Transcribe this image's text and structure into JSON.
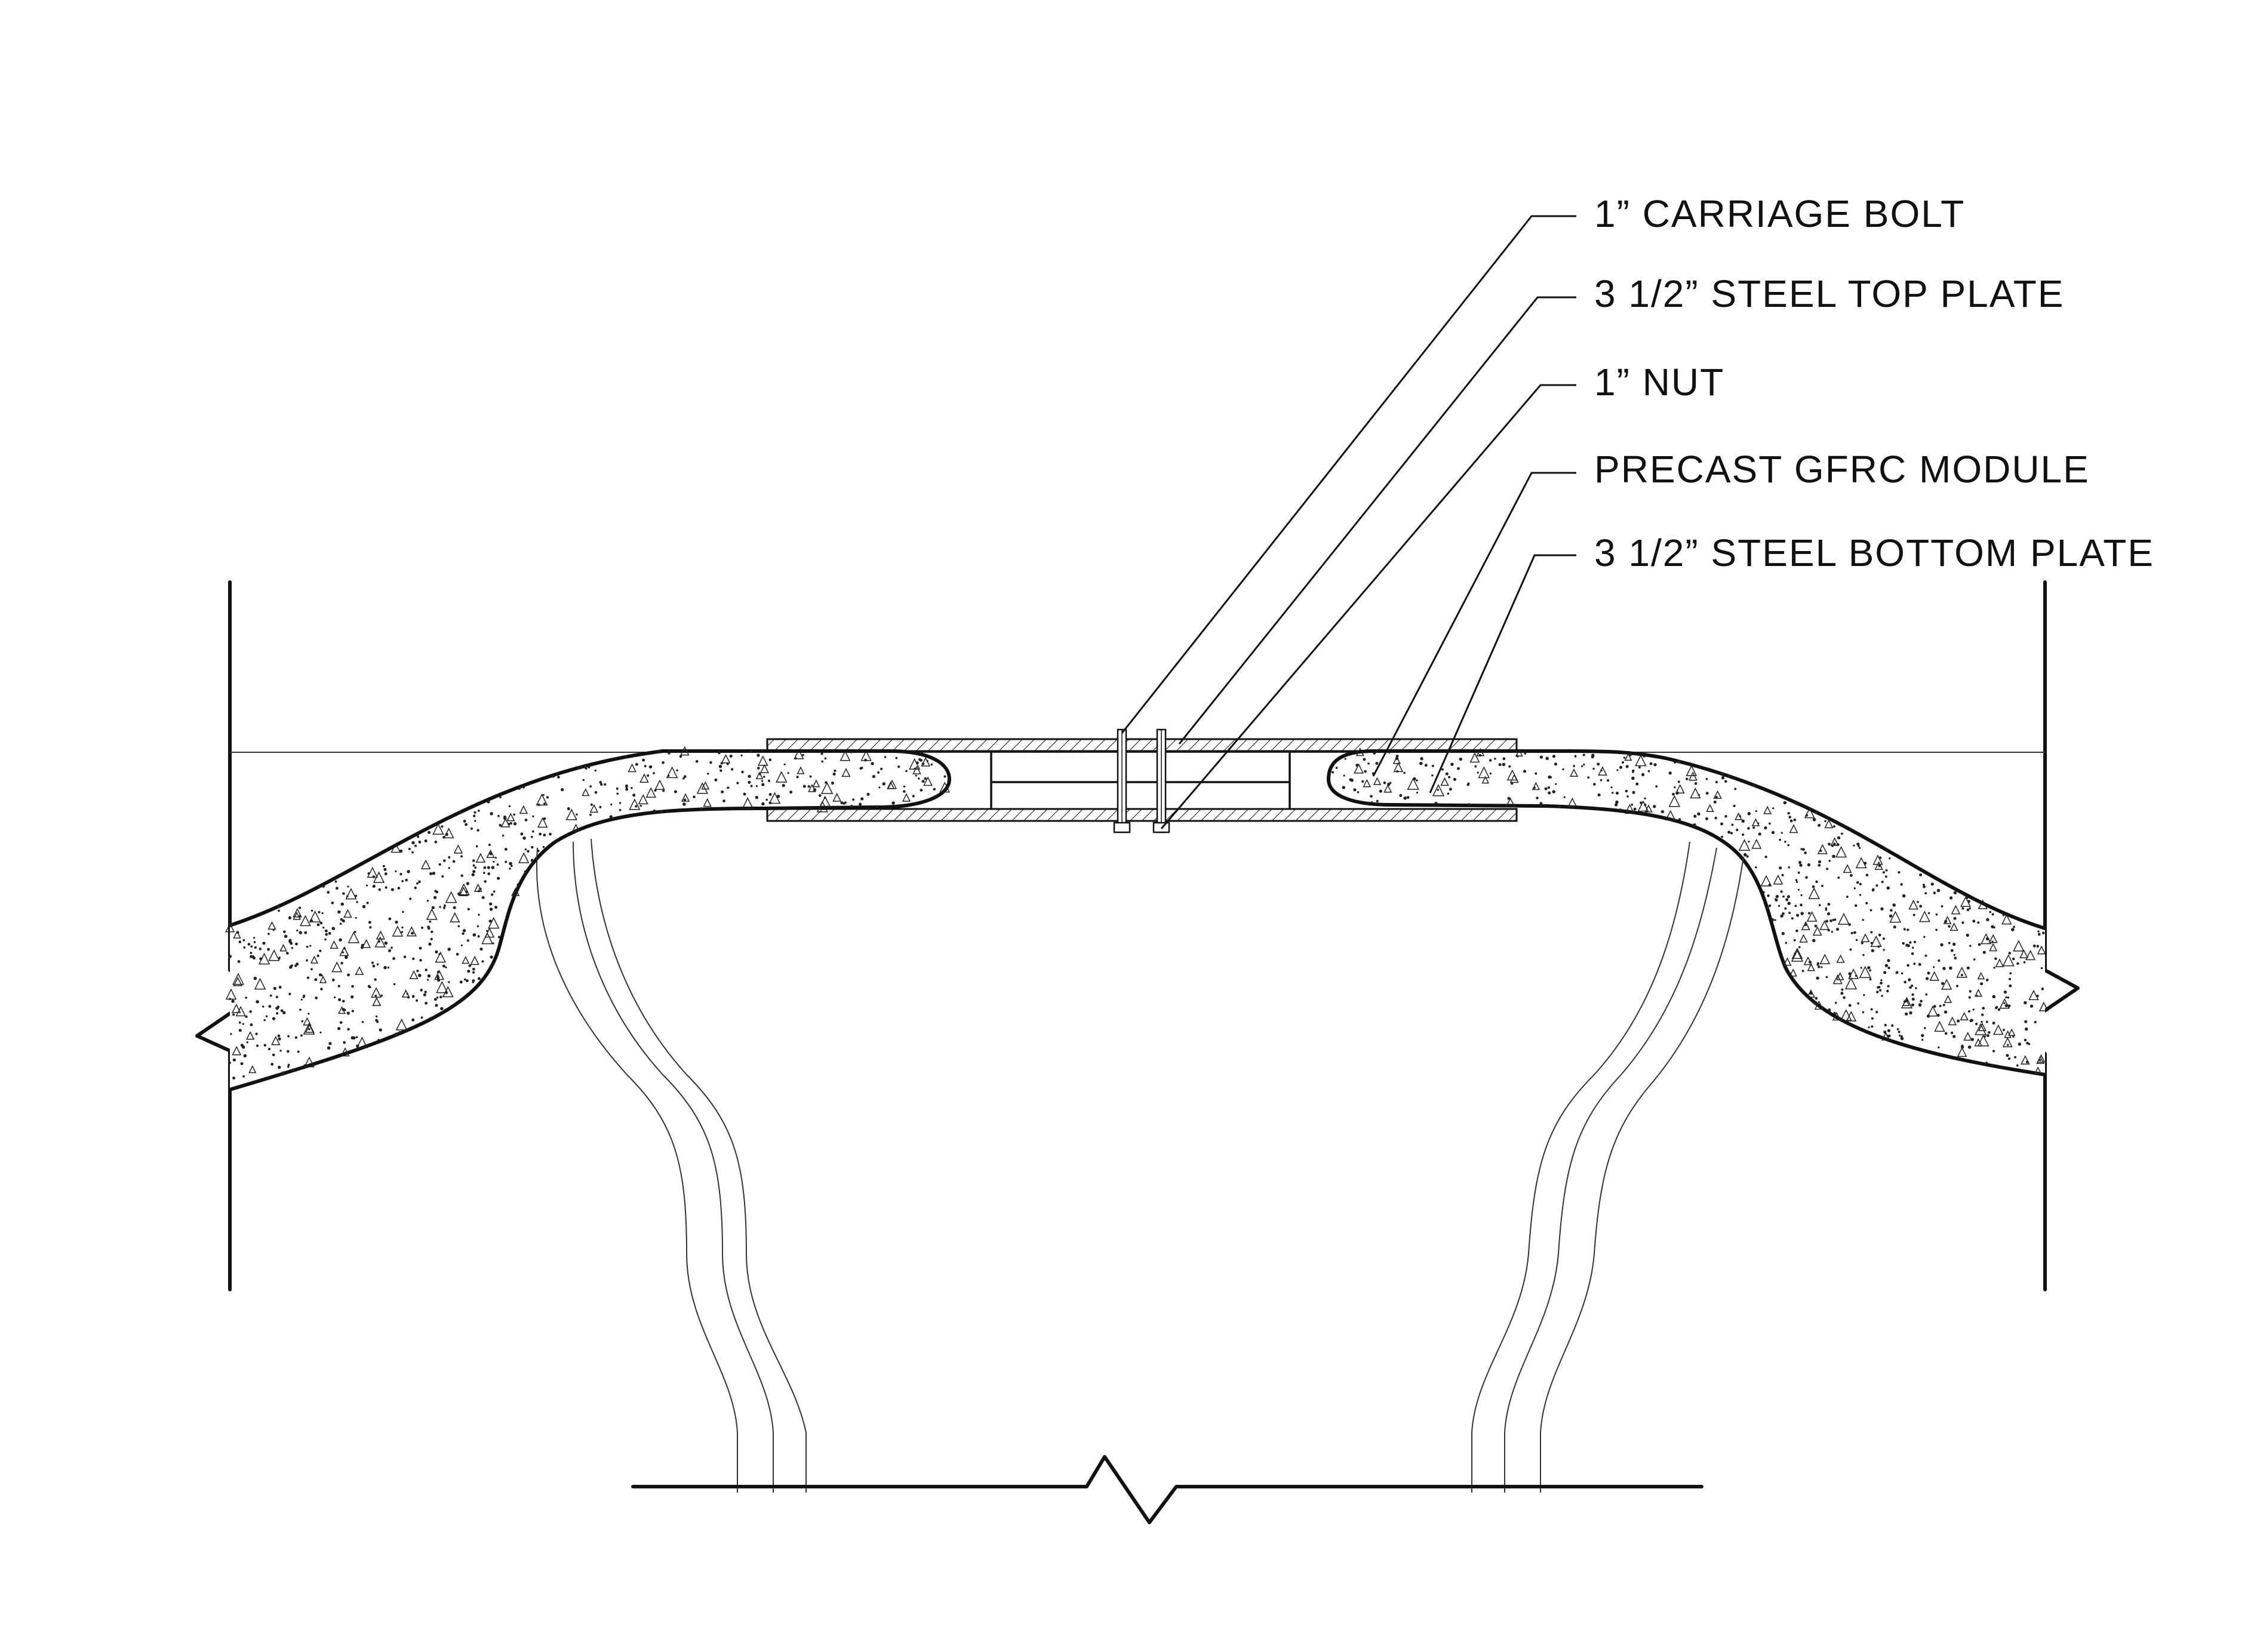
{
  "callouts": [
    {
      "id": "carriage-bolt",
      "label": "1” CARRIAGE BOLT"
    },
    {
      "id": "top-plate",
      "label": "3 1/2” STEEL TOP PLATE"
    },
    {
      "id": "nut",
      "label": "1” NUT"
    },
    {
      "id": "gfrc-module",
      "label": "PRECAST GFRC MODULE"
    },
    {
      "id": "bottom-plate",
      "label": "3 1/2” STEEL BOTTOM PLATE"
    }
  ],
  "colors": {
    "line": "#111111",
    "background": "#ffffff",
    "stipple": "#222222"
  }
}
